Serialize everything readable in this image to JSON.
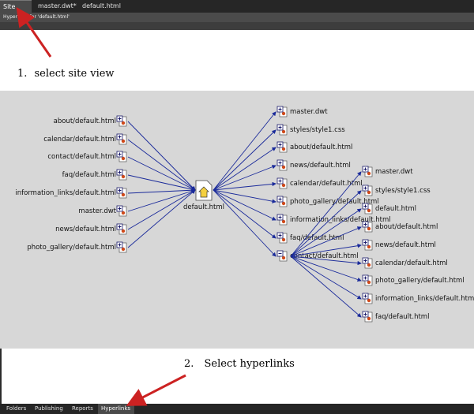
{
  "top_tabs": [
    {
      "label": "Site View",
      "active": true
    },
    {
      "label": "master.dwt*",
      "active": false
    },
    {
      "label": "default.html",
      "active": false
    }
  ],
  "subbar_text": "Hyperlinks for 'default.html'",
  "instructions": {
    "step1": {
      "number": "1.",
      "text": "select site view"
    },
    "step2": {
      "number": "2.",
      "text": "Select hyperlinks"
    }
  },
  "graph": {
    "center": {
      "label": "default.html"
    },
    "incoming": [
      "about/default.html",
      "calendar/default.html",
      "contact/default.html",
      "faq/default.html",
      "information_links/default.html",
      "master.dwt",
      "news/default.html",
      "photo_gallery/default.html"
    ],
    "outgoing": [
      "master.dwt",
      "styles/style1.css",
      "about/default.html",
      "news/default.html",
      "calendar/default.html",
      "photo_gallery/default.html",
      "information_links/default.html",
      "faq/default.html",
      "contact/default.html"
    ],
    "contact_children": [
      "master.dwt",
      "styles/style1.css",
      "default.html",
      "about/default.html",
      "news/default.html",
      "calendar/default.html",
      "photo_gallery/default.html",
      "information_links/default.html",
      "faq/default.html"
    ]
  },
  "bottom_tabs": [
    {
      "label": "Folders",
      "active": false
    },
    {
      "label": "Publishing",
      "active": false
    },
    {
      "label": "Reports",
      "active": false
    },
    {
      "label": "Hyperlinks",
      "active": true
    }
  ],
  "colors": {
    "arrow": "#cc2222",
    "link_line": "#1a2a9a",
    "graph_bg": "#d7d7d7"
  },
  "icons": {
    "expand": "plus-box-icon",
    "collapse": "minus-box-icon",
    "page": "page-icon",
    "home": "home-page-icon"
  }
}
